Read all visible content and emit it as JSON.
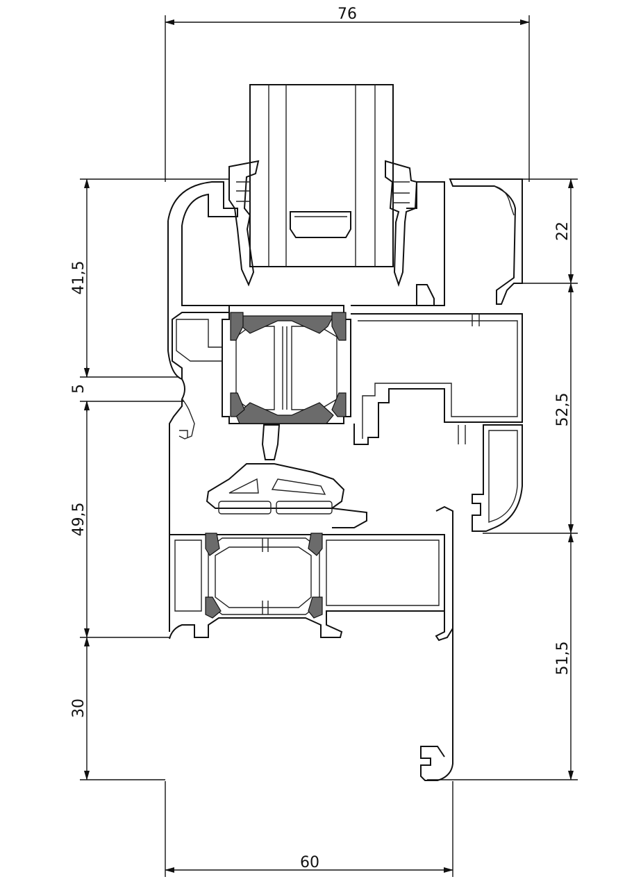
{
  "drawing": {
    "dimensions": {
      "overall_width": "76",
      "bottom_width": "60",
      "left_41_5": "41,5",
      "left_5": "5",
      "left_49_5": "49,5",
      "left_30": "30",
      "right_22": "22",
      "right_52_5": "52,5",
      "right_51_5": "51,5"
    }
  }
}
